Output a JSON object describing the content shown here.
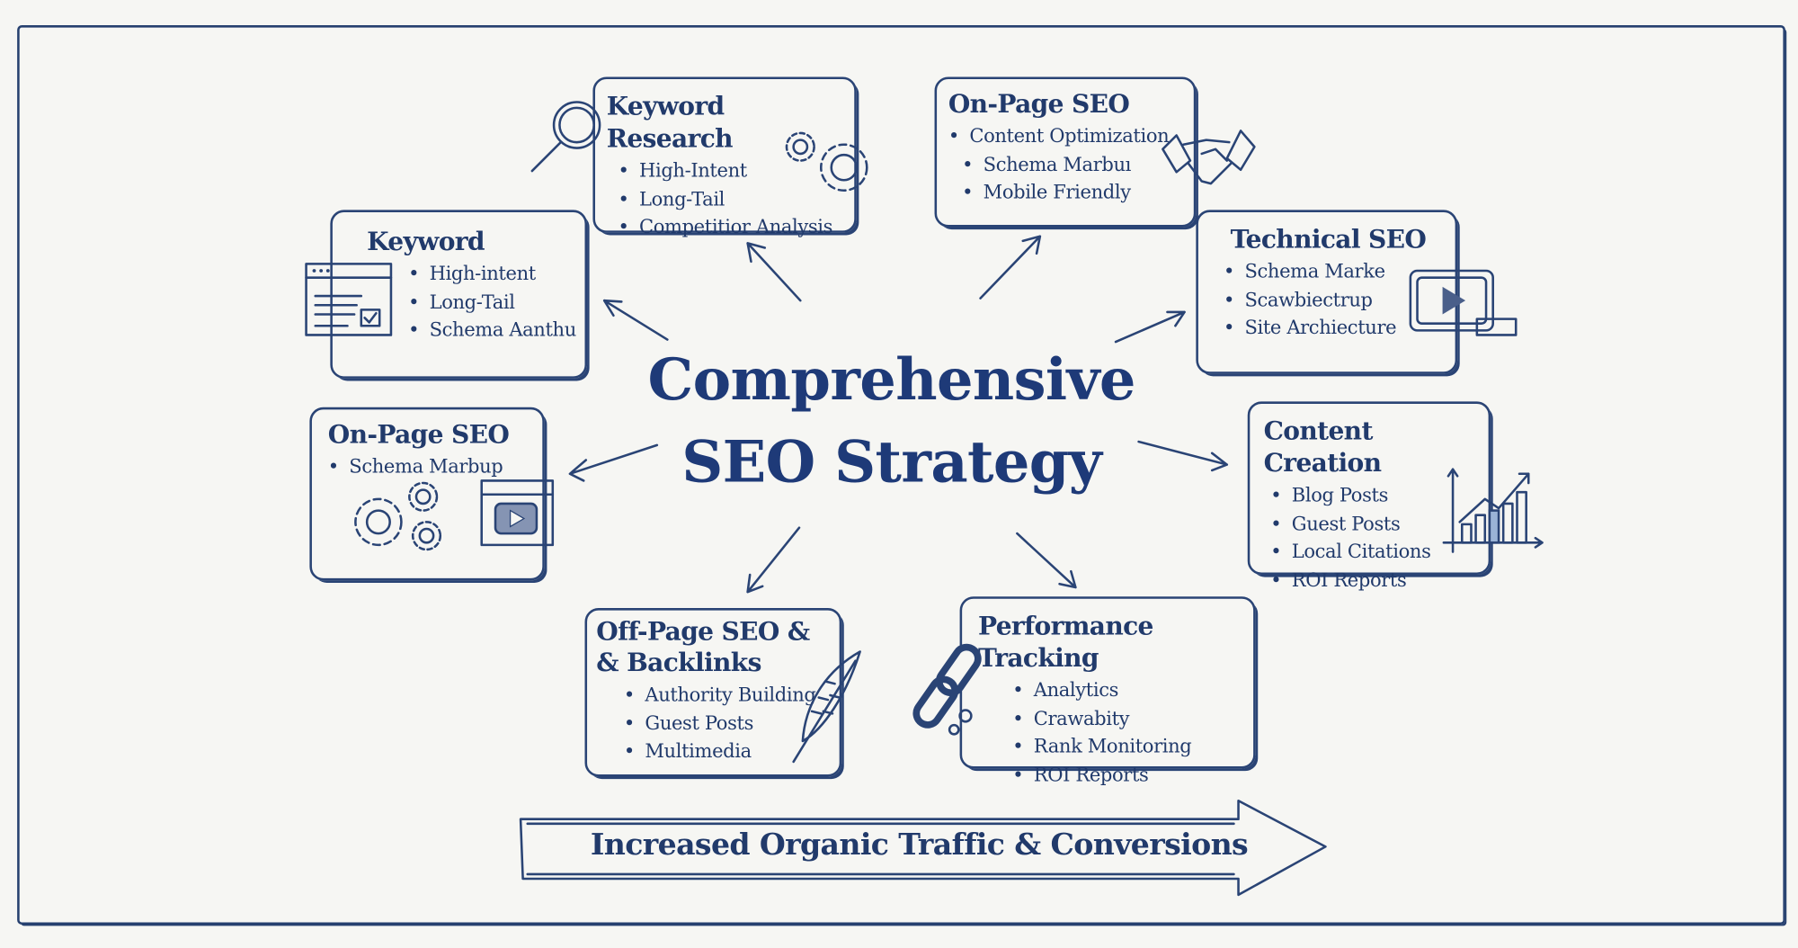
{
  "title": {
    "line1": "Comprehensive",
    "line2": "SEO Strategy"
  },
  "colors": {
    "ink": "#213a6b",
    "title": "#1e3a78",
    "background": "#f6f6f3"
  },
  "cards": [
    {
      "id": "keyword-research",
      "title": "Keyword Research",
      "items": [
        "High-Intent",
        "Long-Tail",
        "Competitior Analysis"
      ],
      "icons": [
        "magnifier-icon",
        "gears-icon"
      ]
    },
    {
      "id": "on-page-seo-top",
      "title": "On-Page SEO",
      "items": [
        "Content Optimization",
        "Schema Marbuı",
        "Mobile Friendly"
      ],
      "icons": [
        "handshake-icon"
      ]
    },
    {
      "id": "keyword",
      "title": "Keyword",
      "items": [
        "High-intent",
        "Long-Tail",
        "Schema Aanthu"
      ],
      "icons": [
        "browser-window-icon"
      ]
    },
    {
      "id": "technical-seo",
      "title": "Technical SEO",
      "items": [
        "Schema Marke",
        "Scawbiectrup",
        "Site Archiecture"
      ],
      "icons": [
        "video-monitor-icon"
      ]
    },
    {
      "id": "on-page-seo-left",
      "title": "On-Page SEO",
      "items": [
        "Schema Marbup"
      ],
      "icons": [
        "gears-icon",
        "video-window-icon"
      ]
    },
    {
      "id": "content-creation",
      "title": "Content Creation",
      "items": [
        "Blog Posts",
        "Guest Posts",
        "Local Citations",
        "ROI Reports"
      ],
      "icons": [
        "growth-chart-icon"
      ]
    },
    {
      "id": "off-page-seo",
      "title": "Off-Page SEO &\n& Backlinks",
      "items": [
        "Authority Building",
        "Guest Posts",
        "Multimedia"
      ],
      "icons": [
        "feather-icon"
      ]
    },
    {
      "id": "performance-tracking",
      "title": "Performance Tracking",
      "items": [
        "Analytics",
        "Crawabity",
        "Rank Monitoring",
        "ROI Reports"
      ],
      "icons": [
        "chain-link-icon"
      ]
    }
  ],
  "banner": {
    "label": "Increased Organic Traffic & Conversions"
  }
}
